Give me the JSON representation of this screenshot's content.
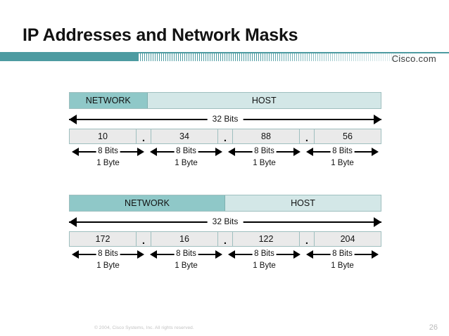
{
  "slide": {
    "title": "IP Addresses and Network Masks",
    "brand": "Cisco.com",
    "page_number": "26",
    "copyright": "© 2004, Cisco Systems, Inc. All rights reserved."
  },
  "colors": {
    "teal_band": "#4d9ba1",
    "network_fill": "#8fc8c8",
    "host_fill": "#d3e7e7",
    "octet_fill": "#eaeaea",
    "cell_border": "#9fbfbf"
  },
  "diagrams": [
    {
      "id": "class-a-address",
      "network_label": "NETWORK",
      "host_label": "HOST",
      "network_width_pct": 25,
      "total_bits_label": "32 Bits",
      "octets": [
        "10",
        "34",
        "88",
        "56"
      ],
      "separator": ".",
      "byte_bits_label": "8 Bits",
      "byte_size_label": "1 Byte"
    },
    {
      "id": "class-b-address",
      "network_label": "NETWORK",
      "host_label": "HOST",
      "network_width_pct": 50,
      "total_bits_label": "32 Bits",
      "octets": [
        "172",
        "16",
        "122",
        "204"
      ],
      "separator": ".",
      "byte_bits_label": "8 Bits",
      "byte_size_label": "1 Byte"
    }
  ]
}
